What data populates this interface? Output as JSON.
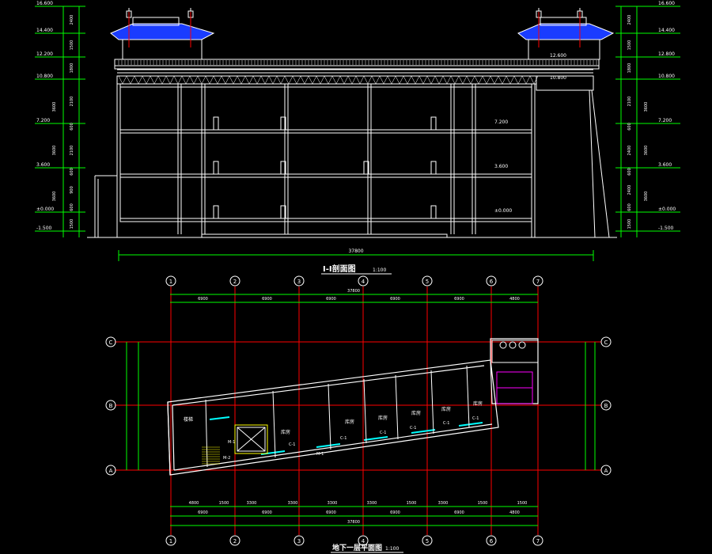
{
  "colors": {
    "background": "#000000",
    "line": "#ffffff",
    "dimension": "#00ff00",
    "grid": "#ff0000",
    "bubble": "#ffffff",
    "glass": "#00ffff",
    "roof": "#1a3cff",
    "text": "#ffffff",
    "text_yellow": "#ffff00"
  },
  "section": {
    "title": "I-I剖面图",
    "scale": "1:100",
    "total_width": "37800",
    "left_levels": [
      "16.600",
      "14.400",
      "12.200",
      "10.800",
      "7.200",
      "3.600",
      "±0.000",
      "-1.500"
    ],
    "right_levels": [
      "16.600",
      "14.400",
      "12.800",
      "10.800",
      "7.200",
      "3.600",
      "±0.000",
      "-1.500"
    ],
    "left_dims": [
      "2400",
      "1500",
      "1800",
      "2100",
      "600",
      "2100",
      "600",
      "900",
      "600",
      "1500"
    ],
    "right_dims": [
      "2400",
      "1500",
      "1800",
      "2100",
      "600",
      "2400",
      "600",
      "2400",
      "600",
      "1500"
    ],
    "left_outer_dims": [
      "3600",
      "3600",
      "3600"
    ],
    "right_outer_dims": [
      "3600",
      "3600",
      "3600"
    ],
    "inner_levels": [
      "12.600",
      "10.800",
      "7.200",
      "3.600",
      "±0.000"
    ]
  },
  "plan": {
    "title": "地下一层平面图",
    "scale": "1:100",
    "axes_top": [
      "1",
      "2",
      "3",
      "4",
      "5",
      "6",
      "7"
    ],
    "axes_side": [
      "C",
      "B",
      "A"
    ],
    "top_dims": [
      "6900",
      "6900",
      "6900",
      "6900",
      "6900",
      "4800"
    ],
    "total": "37800",
    "bottom_dims": [
      "4800",
      "1500",
      "3300",
      "3300",
      "3300",
      "3300",
      "1500",
      "3300",
      "1500",
      "1500"
    ],
    "rooms": [
      "楼梯",
      "库房",
      "库房",
      "库房",
      "库房",
      "库房",
      "库房"
    ],
    "labels": [
      "C-1",
      "C-1",
      "C-1",
      "C-1",
      "C-1",
      "C-1",
      "M-1",
      "M-1",
      "M-2"
    ]
  }
}
